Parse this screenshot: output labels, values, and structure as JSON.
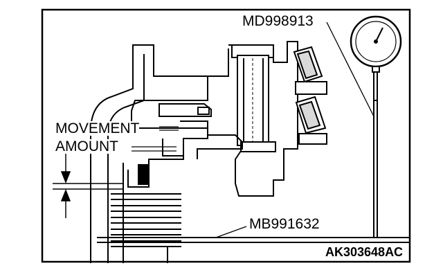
{
  "labels": {
    "tool_top": "MD998913",
    "movement_line1": "MOVEMENT",
    "movement_line2": "AMOUNT",
    "tool_bottom": "MB991632",
    "figure_code": "AK303648AC"
  },
  "colors": {
    "ink": "#000000",
    "paper": "#ffffff",
    "shade": "#d9d9d9"
  },
  "icons": {
    "dial_gauge": "dial-indicator-icon",
    "arrows": "movement-arrow-icon"
  }
}
